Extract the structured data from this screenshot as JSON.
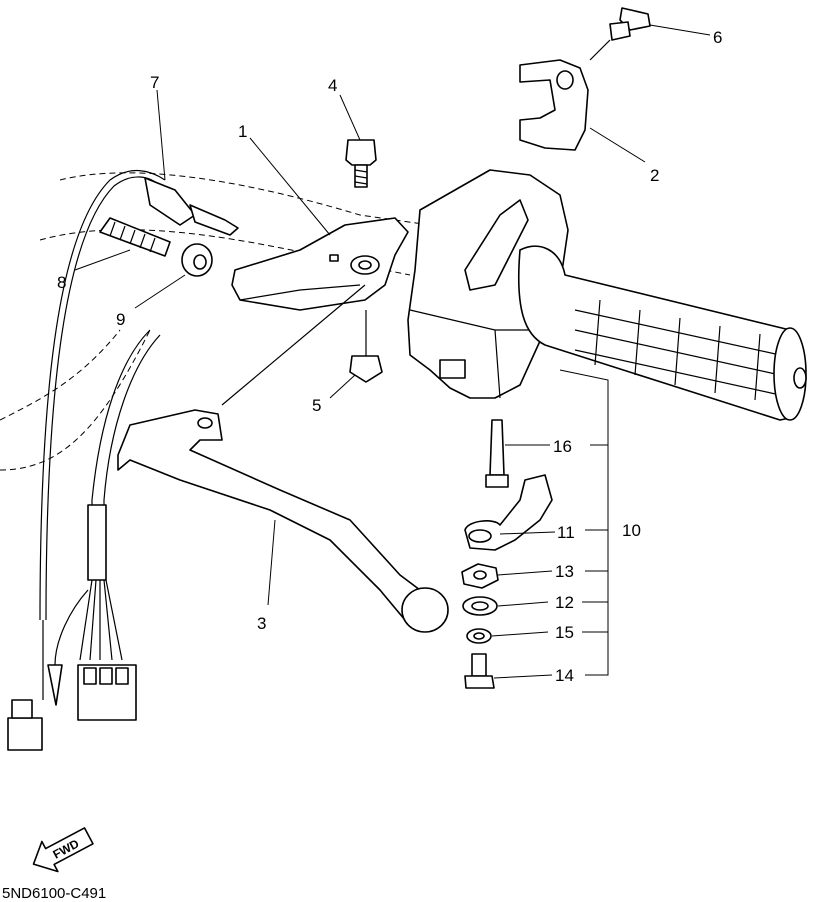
{
  "diagram": {
    "code": "5ND6100-C491",
    "fwd_label": "FWD",
    "callouts": [
      {
        "id": "1",
        "label": "1"
      },
      {
        "id": "2",
        "label": "2"
      },
      {
        "id": "3",
        "label": "3"
      },
      {
        "id": "4",
        "label": "4"
      },
      {
        "id": "5",
        "label": "5"
      },
      {
        "id": "6",
        "label": "6"
      },
      {
        "id": "7",
        "label": "7"
      },
      {
        "id": "8",
        "label": "8"
      },
      {
        "id": "9",
        "label": "9"
      },
      {
        "id": "10",
        "label": "10"
      },
      {
        "id": "11",
        "label": "11"
      },
      {
        "id": "12",
        "label": "12"
      },
      {
        "id": "13",
        "label": "13"
      },
      {
        "id": "14",
        "label": "14"
      },
      {
        "id": "15",
        "label": "15"
      },
      {
        "id": "16",
        "label": "16"
      }
    ]
  }
}
